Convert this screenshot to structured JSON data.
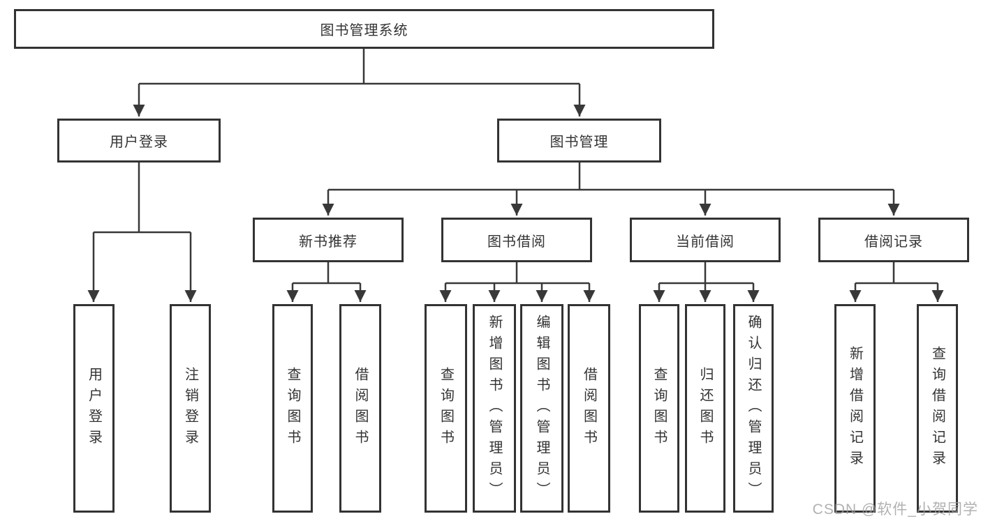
{
  "diagram": {
    "title": "图书管理系统",
    "branches": [
      {
        "label": "用户登录",
        "children": [
          {
            "label": "用户登录"
          },
          {
            "label": "注销登录"
          }
        ]
      },
      {
        "label": "图书管理",
        "children": [
          {
            "label": "新书推荐",
            "children": [
              {
                "label": "查询图书"
              },
              {
                "label": "借阅图书"
              }
            ]
          },
          {
            "label": "图书借阅",
            "children": [
              {
                "label": "查询图书"
              },
              {
                "label": "新增图书（管理员）"
              },
              {
                "label": "编辑图书（管理员）"
              },
              {
                "label": "借阅图书"
              }
            ]
          },
          {
            "label": "当前借阅",
            "children": [
              {
                "label": "查询图书"
              },
              {
                "label": "归还图书"
              },
              {
                "label": "确认归还（管理员）"
              }
            ]
          },
          {
            "label": "借阅记录",
            "children": [
              {
                "label": "新增借阅记录"
              },
              {
                "label": "查询借阅记录"
              }
            ]
          }
        ]
      }
    ]
  },
  "watermark": "CSDN @软件_小贺同学",
  "colors": {
    "line": "#383838",
    "box_border": "#333333",
    "text": "#333333",
    "watermark": "#9e9e9e"
  }
}
